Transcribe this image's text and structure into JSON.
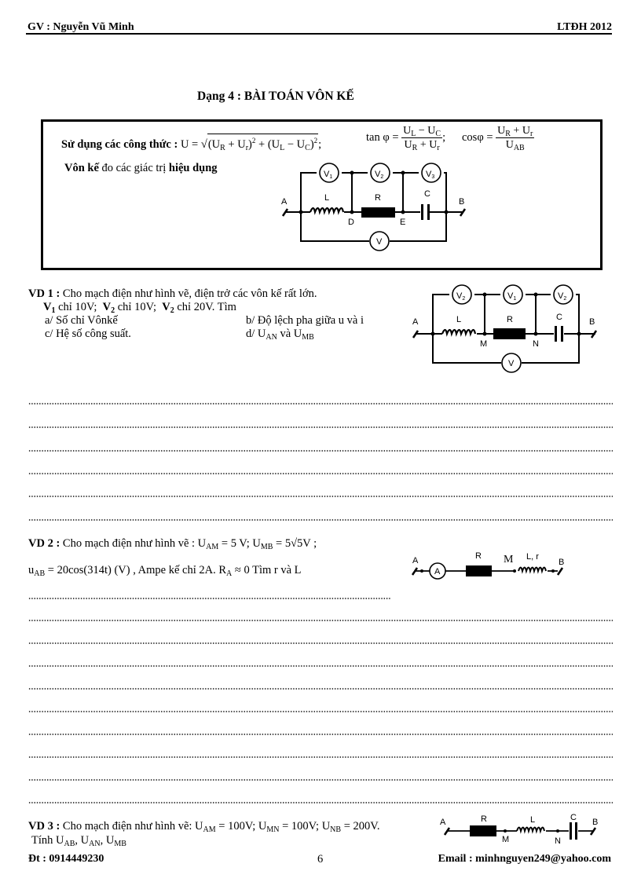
{
  "header": {
    "left": "GV : Nguyễn Vũ Minh",
    "right": "LTĐH 2012"
  },
  "title": "Dạng 4 : BÀI TOÁN VÔN KẾ",
  "formula_box": {
    "lead": "Sử dụng các công thức :",
    "formula_u": "U = √((U_R + U_r)² + (U_L − U_C)²);",
    "formula_tan": "tan φ = (U_L − U_C) / (U_R + U_r);",
    "formula_cos": "cosφ = (U_R + U_r) / U_AB",
    "note_bold": "Vôn kế",
    "note_mid": " đo các giác trị ",
    "note_bold2": "hiệu dụng",
    "circuit": {
      "voltmeters_top": [
        "V1",
        "V2",
        "V3"
      ],
      "voltmeter_bottom": "V",
      "components": [
        "L",
        "R",
        "C"
      ],
      "nodes": [
        "A",
        "D",
        "E",
        "B"
      ]
    }
  },
  "vd1": {
    "label": "VD 1 :",
    "text": " Cho mạch điện như hình vẽ, điện trở các vôn kế rất lớn.",
    "readings": [
      {
        "meter": "V",
        "sub": "1",
        "value": " chỉ 10V;"
      },
      {
        "meter": "V",
        "sub": "2",
        "value": " chỉ 10V;"
      },
      {
        "meter": "V",
        "sub": "2",
        "value": " chỉ 20V. Tìm"
      }
    ],
    "questions": {
      "a": "a/ Số chỉ Vônkế",
      "b": "b/ Độ lệch pha giữa u và i",
      "c": "c/ Hệ số công suất.",
      "d_pre": "d/ U",
      "d_sub1": "AN",
      "d_mid": " và U",
      "d_sub2": "MB"
    },
    "circuit": {
      "voltmeters_top": [
        "V2",
        "V1",
        "V2"
      ],
      "voltmeter_bottom": "V",
      "components": [
        "L",
        "R",
        "C"
      ],
      "nodes": [
        "A",
        "M",
        "N",
        "B"
      ]
    },
    "answer_lines": 6
  },
  "vd2": {
    "label": "VD 2 :",
    "line1_pre": " Cho mạch điện như hình vẽ : U",
    "line1_sub1": "AM",
    "line1_mid": " = 5 V; U",
    "line1_sub2": "MB",
    "line1_post": " = 5√5V ;",
    "line2_pre": "u",
    "line2_sub": "AB",
    "line2_mid": " = 20cos(314t) (V) , Ampe kế chỉ 2A. R",
    "line2_sub2": "A",
    "line2_post": " ≈ 0  Tìm r và L",
    "circuit": {
      "ammeter": "A",
      "components": [
        "R",
        "L, r"
      ],
      "nodes": [
        "A",
        "M",
        "B"
      ]
    },
    "answer_lines": 10
  },
  "vd3": {
    "label": "VD 3 :",
    "line1_pre": " Cho mạch điện như hình vẽ: U",
    "s1": "AM",
    "v1": " = 100V; U",
    "s2": "MN",
    "v2": " = 100V;  U",
    "s3": "NB",
    "v3": " = 200V.",
    "line2_pre": "Tính U",
    "t1": "AB",
    "t1p": ", U",
    "t2": "AN",
    "t2p": ", U",
    "t3": "MB",
    "circuit": {
      "components": [
        "R",
        "L",
        "C"
      ],
      "nodes": [
        "A",
        "M",
        "N",
        "B"
      ]
    }
  },
  "footer": {
    "phone": "Đt : 0914449230",
    "page": "6",
    "email": "Email : minhnguyen249@yahoo.com"
  }
}
